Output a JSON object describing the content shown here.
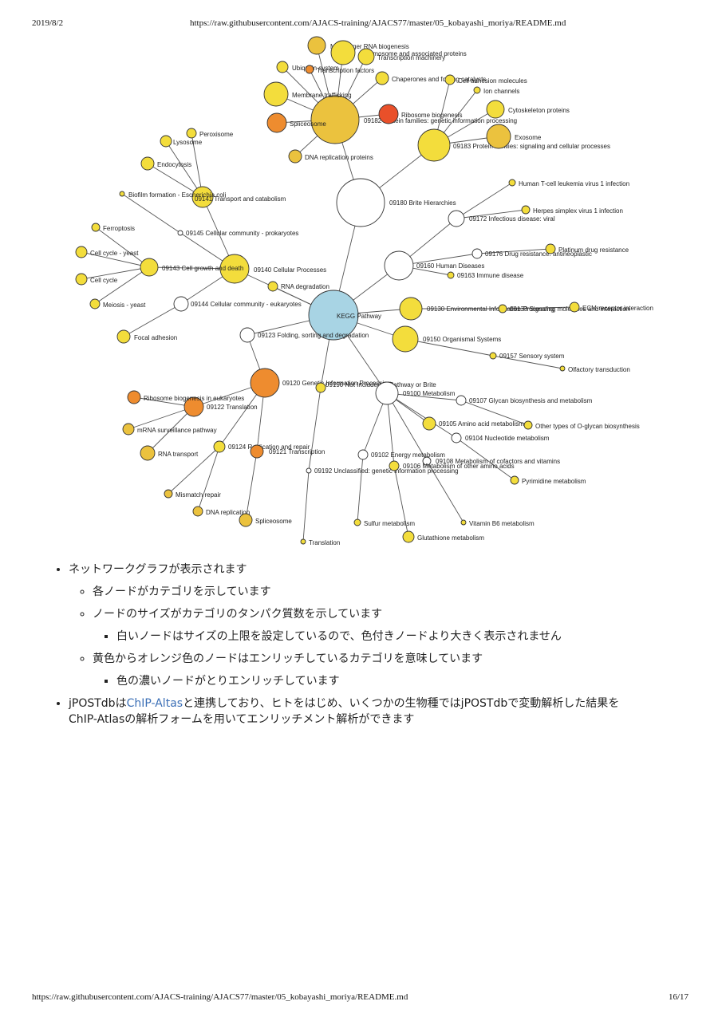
{
  "header": {
    "date": "2019/8/2",
    "url": "https://raw.githubusercontent.com/AJACS-training/AJACS77/master/05_kobayashi_moriya/README.md"
  },
  "footer": {
    "url": "https://raw.githubusercontent.com/AJACS-training/AJACS77/master/05_kobayashi_moriya/README.md",
    "page": "16/17"
  },
  "colors": {
    "white": "#ffffff",
    "blue": "#a8d4e4",
    "yellow": "#f3dd3c",
    "gold": "#ebc23e",
    "orange": "#ee8c2f",
    "red": "#e9502a",
    "edge": "#555555",
    "link": "#3b6fb6"
  },
  "graph": {
    "nodes": [
      {
        "id": "kegg",
        "label": "KEGG Pathway",
        "color": "blue"
      },
      {
        "id": "brite",
        "label": "09180 Brite Hierarchies",
        "color": "white"
      },
      {
        "id": "p09182",
        "label": "09182 Protein families: genetic information processing",
        "color": "gold"
      },
      {
        "id": "p09183",
        "label": "09183 Protein families: signaling and cellular processes",
        "color": "yellow"
      },
      {
        "id": "cellproc",
        "label": "09140 Cellular Processes",
        "color": "yellow"
      },
      {
        "id": "transport",
        "label": "09141 Transport and catabolism",
        "color": "yellow"
      },
      {
        "id": "growth",
        "label": "09143 Cell growth and death",
        "color": "yellow"
      },
      {
        "id": "prok",
        "label": "09145 Cellular community - prokaryotes",
        "color": "white"
      },
      {
        "id": "euk",
        "label": "09144 Cellular community - eukaryotes",
        "color": "white"
      },
      {
        "id": "human",
        "label": "09160 Human Diseases",
        "color": "white"
      },
      {
        "id": "viral",
        "label": "09172 Infectious disease: viral",
        "color": "white"
      },
      {
        "id": "drug",
        "label": "09176 Drug resistance: antineoplastic",
        "color": "white"
      },
      {
        "id": "immune",
        "label": "09163 Immune disease",
        "color": "yellow"
      },
      {
        "id": "env",
        "label": "09130 Environmental Information Processing",
        "color": "yellow"
      },
      {
        "id": "sigmol",
        "label": "09133 Signaling molecules and interaction",
        "color": "yellow"
      },
      {
        "id": "org",
        "label": "09150 Organismal Systems",
        "color": "yellow"
      },
      {
        "id": "sensory",
        "label": "09157 Sensory system",
        "color": "yellow"
      },
      {
        "id": "fold",
        "label": "09123 Folding, sorting and degradation",
        "color": "white"
      },
      {
        "id": "gip",
        "label": "09120 Genetic Information Processing",
        "color": "orange"
      },
      {
        "id": "translation",
        "label": "09122 Translation",
        "color": "orange"
      },
      {
        "id": "replication",
        "label": "09124 Replication and repair",
        "color": "yellow"
      },
      {
        "id": "transcription",
        "label": "09121 Transcription",
        "color": "orange"
      },
      {
        "id": "notincl",
        "label": "09190 Not Included in Pathway or Brite",
        "color": "yellow"
      },
      {
        "id": "unclass",
        "label": "09192 Unclassified: genetic information processing",
        "color": "white"
      },
      {
        "id": "metab",
        "label": "09100 Metabolism",
        "color": "white"
      },
      {
        "id": "glycan",
        "label": "09107 Glycan biosynthesis and metabolism",
        "color": "white"
      },
      {
        "id": "amino",
        "label": "09105 Amino acid metabolism",
        "color": "yellow"
      },
      {
        "id": "nucleo",
        "label": "09104 Nucleotide metabolism",
        "color": "white"
      },
      {
        "id": "energy",
        "label": "09102 Energy metabolism",
        "color": "white"
      },
      {
        "id": "cofactor",
        "label": "09108 Metabolism of cofactors and vitamins",
        "color": "white"
      },
      {
        "id": "otheramino",
        "label": "09106 Metabolism of other amino acids",
        "color": "yellow"
      },
      {
        "id": "rnadeg",
        "label": "RNA degradation",
        "color": "yellow"
      },
      {
        "id": "mrnabio",
        "label": "Messenger RNA biogenesis",
        "color": "gold"
      },
      {
        "id": "chromo",
        "label": "Chromosome and associated proteins",
        "color": "yellow"
      },
      {
        "id": "transmach",
        "label": "Transcription machinery",
        "color": "yellow"
      },
      {
        "id": "ubiq",
        "label": "Ubiquitin system",
        "color": "yellow"
      },
      {
        "id": "tfactors",
        "label": "Transcription factors",
        "color": "orange"
      },
      {
        "id": "chaperones",
        "label": "Chaperones and folding catalysts",
        "color": "yellow"
      },
      {
        "id": "cam",
        "label": "Cell adhesion molecules",
        "color": "yellow"
      },
      {
        "id": "ion",
        "label": "Ion channels",
        "color": "yellow"
      },
      {
        "id": "cytoskeleton",
        "label": "Cytoskeleton proteins",
        "color": "yellow"
      },
      {
        "id": "membrane",
        "label": "Membrane trafficking",
        "color": "yellow"
      },
      {
        "id": "ribobio",
        "label": "Ribosome biogenesis",
        "color": "red"
      },
      {
        "id": "spliceosome1",
        "label": "Spliceosome",
        "color": "orange"
      },
      {
        "id": "exosome",
        "label": "Exosome",
        "color": "gold"
      },
      {
        "id": "dnarep1",
        "label": "DNA replication proteins",
        "color": "gold"
      },
      {
        "id": "peroxisome",
        "label": "Peroxisome",
        "color": "yellow"
      },
      {
        "id": "lysosome",
        "label": "Lysosome",
        "color": "yellow"
      },
      {
        "id": "endocytosis",
        "label": "Endocytosis",
        "color": "yellow"
      },
      {
        "id": "biofilm",
        "label": "Biofilm formation - Escherichia coli",
        "color": "yellow"
      },
      {
        "id": "ferroptosis",
        "label": "Ferroptosis",
        "color": "yellow"
      },
      {
        "id": "ccyeast",
        "label": "Cell cycle - yeast",
        "color": "yellow"
      },
      {
        "id": "cc",
        "label": "Cell cycle",
        "color": "yellow"
      },
      {
        "id": "meiosis",
        "label": "Meiosis - yeast",
        "color": "yellow"
      },
      {
        "id": "focal",
        "label": "Focal adhesion",
        "color": "yellow"
      },
      {
        "id": "htlv",
        "label": "Human T-cell leukemia virus 1 infection",
        "color": "yellow"
      },
      {
        "id": "herpes",
        "label": "Herpes simplex virus 1 infection",
        "color": "yellow"
      },
      {
        "id": "platinum",
        "label": "Platinum drug resistance",
        "color": "yellow"
      },
      {
        "id": "ecm",
        "label": "ECM-receptor interaction",
        "color": "yellow"
      },
      {
        "id": "olfactory",
        "label": "Olfactory transduction",
        "color": "yellow"
      },
      {
        "id": "ribobioeuk",
        "label": "Ribosome biogenesis in eukaryotes",
        "color": "orange"
      },
      {
        "id": "mrnasurv",
        "label": "mRNA surveillance pathway",
        "color": "gold"
      },
      {
        "id": "rnatransport",
        "label": "RNA transport",
        "color": "gold"
      },
      {
        "id": "mismatch",
        "label": "Mismatch repair",
        "color": "gold"
      },
      {
        "id": "dnarep2",
        "label": "DNA replication",
        "color": "gold"
      },
      {
        "id": "spliceosome2",
        "label": "Spliceosome",
        "color": "gold"
      },
      {
        "id": "translation2",
        "label": "Translation",
        "color": "yellow"
      },
      {
        "id": "oglycan",
        "label": "Other types of O-glycan biosynthesis",
        "color": "yellow"
      },
      {
        "id": "pyrimidine",
        "label": "Pyrimidine metabolism",
        "color": "yellow"
      },
      {
        "id": "sulfur",
        "label": "Sulfur metabolism",
        "color": "yellow"
      },
      {
        "id": "glutathione",
        "label": "Glutathione metabolism",
        "color": "yellow"
      },
      {
        "id": "vitb6",
        "label": "Vitamin B6 metabolism",
        "color": "yellow"
      }
    ]
  },
  "bullets": {
    "item1": "ネットワークグラフが表示されます",
    "item1_1": "各ノードがカテゴリを示しています",
    "item1_2": "ノードのサイズがカテゴリのタンパク質数を示しています",
    "item1_2_1": "白いノードはサイズの上限を設定しているので、色付きノードより大きく表示されません",
    "item1_3": "黄色からオレンジ色のノードはエンリッチしているカテゴリを意味しています",
    "item1_3_1": "色の濃いノードがとりエンリッチしています",
    "item2_part1": "jPOSTdbは",
    "item2_link": "ChIP-Altas",
    "item2_part2": "と連携しており、ヒトをはじめ、いくつかの生物種ではjPOSTdbで変動解析した結果を",
    "item2_part3": "ChIP-Atlasの解析フォームを用いてエンリッチメント解析ができます"
  }
}
